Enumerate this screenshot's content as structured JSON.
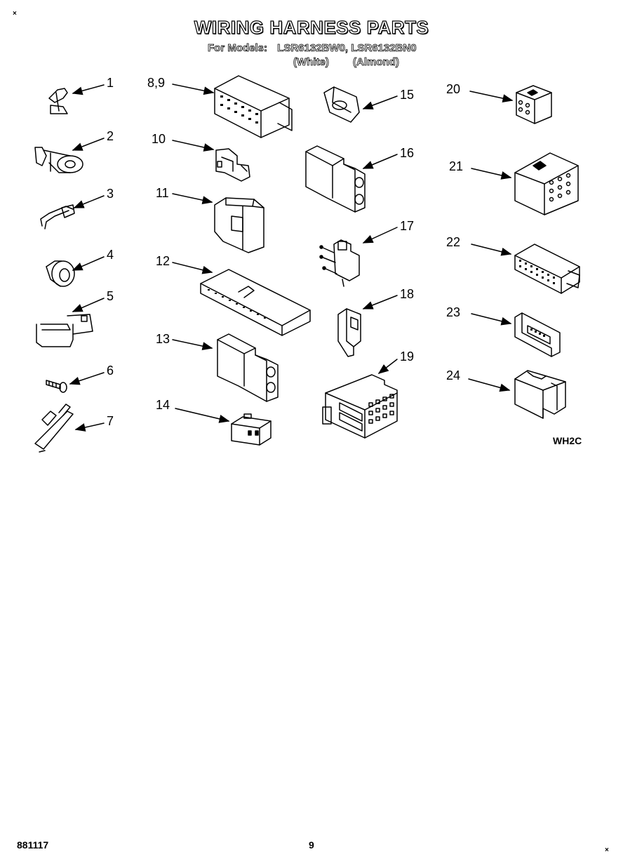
{
  "header": {
    "title": "WIRING HARNESS PARTS",
    "models_prefix": "For Models:",
    "models": "LSR6132BW0, LSR6132BN0",
    "color_1": "(White)",
    "color_2": "(Almond)"
  },
  "diagram": {
    "code": "WH2C",
    "callouts": [
      "1",
      "2",
      "3",
      "4",
      "5",
      "6",
      "7",
      "8,9",
      "10",
      "11",
      "12",
      "13",
      "14",
      "15",
      "16",
      "17",
      "18",
      "19",
      "20",
      "21",
      "22",
      "23",
      "24"
    ]
  },
  "footer": {
    "doc_number": "881117",
    "page_number": "9"
  },
  "marks": {
    "corner": "×"
  }
}
